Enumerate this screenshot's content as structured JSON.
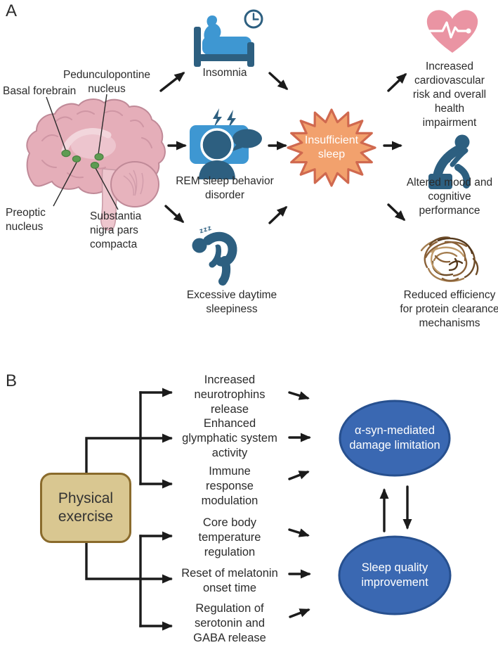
{
  "panel_a": {
    "label": "A",
    "brain_regions": {
      "basal_forebrain": "Basal forebrain",
      "pedunculopontine_nucleus": "Pedunculopontine nucleus",
      "preoptic_nucleus": "Preoptic nucleus",
      "substantia_nigra": "Substantia nigra pars compacta"
    },
    "sleep_disorders": {
      "insomnia": "Insomnia",
      "rem_behavior_disorder": "REM sleep behavior disorder",
      "excessive_daytime_sleepiness": "Excessive daytime sleepiness"
    },
    "hub": "Insufficient sleep",
    "consequences": {
      "cardiovascular": "Increased cardiovascular risk and overall health impairment",
      "mood": "Altered mood and cognitive performance",
      "protein_clearance": "Reduced efficiency for protein clearance mechanisms"
    },
    "sleep_zzz": "zzz"
  },
  "panel_b": {
    "label": "B",
    "source_box": "Physical exercise",
    "mechanisms": [
      "Increased neurotrophins release",
      "Enhanced glymphatic system activity",
      "Immune response modulation",
      "Core body temperature regulation",
      "Reset of melatonin onset time",
      "Regulation of serotonin and GABA release"
    ],
    "outcomes": {
      "asyn": "α-syn-mediated damage limitation",
      "sleep_quality": "Sleep quality improvement"
    }
  },
  "colors": {
    "icon_dark_blue": "#2d5f80",
    "icon_light_blue": "#3e97d2",
    "heart_pink": "#ea94a3",
    "starburst_fill": "#f2a16d",
    "starburst_border": "#d0694f",
    "ellipse_fill": "#3a68b2",
    "ellipse_border": "#27508f",
    "exercise_box_fill": "#d9c791",
    "exercise_box_border": "#8a6b2c",
    "brain_pink": "#e5aeb9",
    "nucleus_green": "#5e9c52",
    "tangle_brown": "#8a6138",
    "arrow_black": "#1b1b1b"
  }
}
